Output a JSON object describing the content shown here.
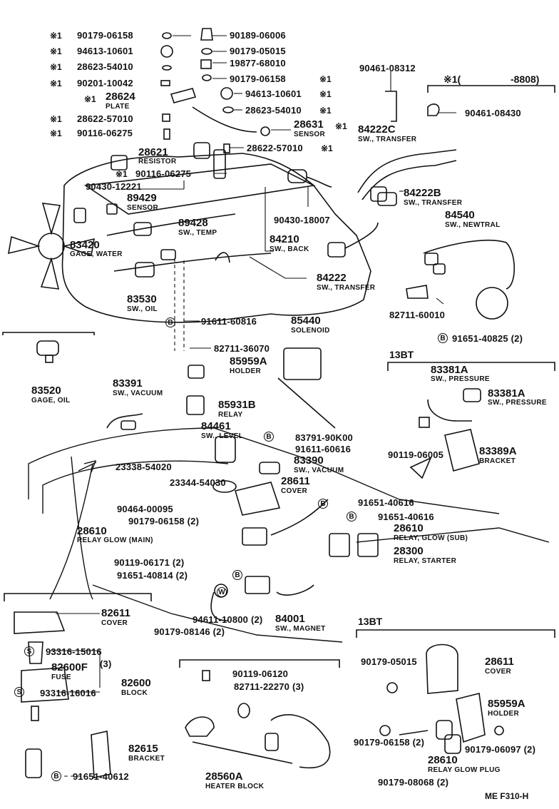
{
  "header_note": {
    "mark": "※1",
    "paren_open": "(",
    "value": "-8808)"
  },
  "footer_code": "ME  F310-H",
  "sections": {
    "bt_top": "13BT",
    "bt_bottom": "13BT"
  },
  "markers": {
    "b": "B",
    "w": "W",
    "s": "S"
  },
  "labels": {
    "p90179_06158_a": "90179-06158",
    "p94613_10601_a": "94613-10601",
    "p28623_54010_a": "28623-54010",
    "p90201_10042": "90201-10042",
    "p28624": "28624",
    "plate": "PLATE",
    "p28622_57010_a": "28622-57010",
    "p90116_06275_a": "90116-06275",
    "p90189_06006": "90189-06006",
    "p90179_05015_a": "90179-05015",
    "p19877_68010": "19877-68010",
    "p90179_06158_b": "90179-06158",
    "p94613_10601_b": "94613-10601",
    "p28623_54010_b": "28623-54010",
    "p28631": "28631",
    "sensor_a": "SENSOR",
    "p28622_57010_b": "28622-57010",
    "p28621": "28621",
    "resistor": "RESISTOR",
    "p90116_06275_b": "90116-06275",
    "p90430_12221": "90430-12221",
    "p89429": "89429",
    "sensor_b": "SENSOR",
    "p89428": "89428",
    "sw_temp": "SW., TEMP",
    "p83420": "83420",
    "gage_water": "GAGE, WATER",
    "p83530": "83530",
    "sw_oil": "SW., OIL",
    "p90461_08312": "90461-08312",
    "p90461_08430": "90461-08430",
    "p84222c": "84222C",
    "sw_transfer_c": "SW., TRANSFER",
    "p84222b": "84222B",
    "sw_transfer_b": "SW., TRANSFER",
    "p90430_18007": "90430-18007",
    "p84540": "84540",
    "sw_newtral": "SW., NEWTRAL",
    "p84210": "84210",
    "sw_back": "SW., BACK",
    "p84222": "84222",
    "sw_transfer": "SW., TRANSFER",
    "p82711_60010": "82711-60010",
    "p91651_40825": "91651-40825",
    "qty2_a": "(2)",
    "p91611_60816": "91611-60816",
    "p85440": "85440",
    "solenoid": "SOLENOID",
    "p82711_36070": "82711-36070",
    "p83520": "83520",
    "gage_oil": "GAGE, OIL",
    "p85959a_a": "85959A",
    "holder_a": "HOLDER",
    "p83391": "83391",
    "sw_vacuum_a": "SW., VACUUM",
    "p85931b": "85931B",
    "relay_b": "RELAY",
    "p84461": "84461",
    "sw_level": "SW., LEVEL",
    "p83791_90k00": "83791-90K00",
    "p91611_60616": "91611-60616",
    "p23338_54020": "23338-54020",
    "p83390": "83390",
    "sw_vacuum_b": "SW., VACUUM",
    "p23344_54030": "23344-54030",
    "p28611_a": "28611",
    "cover_a": "COVER",
    "p83381a_a": "83381A",
    "sw_pressure_a": "SW., PRESSURE",
    "p83381a_b": "83381A",
    "sw_pressure_b": "SW., PRESSURE",
    "p90119_06005": "90119-06005",
    "p83389a": "83389A",
    "bracket_a": "BRACKET",
    "p90464_00095": "90464-00095",
    "p90179_06158_c": "90179-06158",
    "qty2_b": "(2)",
    "p91651_40616": "91651-40616",
    "p28610_a": "28610",
    "relay_glow_main": "RELAY GLOW (MAIN)",
    "p91651_40616_b": "91651-40616",
    "p28610_b": "28610",
    "relay_glow_sub": "RELAY, GLOW (SUB)",
    "p90119_06171": "90119-06171 (2)",
    "p91651_40814": "91651-40814 (2)",
    "p28300": "28300",
    "relay_starter": "RELAY, STARTER",
    "p82611": "82611",
    "cover_b": "COVER",
    "p93316_15016": "93316-15016",
    "p82600f": "82600F",
    "qty3_a": "(3)",
    "fuse": "FUSE",
    "p82600": "82600",
    "block": "BLOCK",
    "p93316_16016": "93316-16016",
    "p82615": "82615",
    "bracket_b": "BRACKET",
    "p91651_40612": "91651-40612",
    "p94611_10800": "94611-10800",
    "qty2_c": "(2)",
    "p90179_08146": "90179-08146 (2)",
    "p84001": "84001",
    "sw_magnet": "SW., MAGNET",
    "p90119_06120": "90119-06120",
    "p82711_22270": "82711-22270",
    "qty3_b": "(3)",
    "p28560a": "28560A",
    "heater_block": "HEATER BLOCK",
    "p90179_05015_b": "90179-05015",
    "p28611_b": "28611",
    "cover_c": "COVER",
    "p85959a_b": "85959A",
    "holder_b": "HOLDER",
    "p90179_06158_d": "90179-06158 (2)",
    "p90179_06097": "90179-06097 (2)",
    "p28610_c": "28610",
    "relay_glow_plug": "RELAY GLOW PLUG",
    "p90179_08068": "90179-08068 (2)",
    "ast": "※1"
  }
}
